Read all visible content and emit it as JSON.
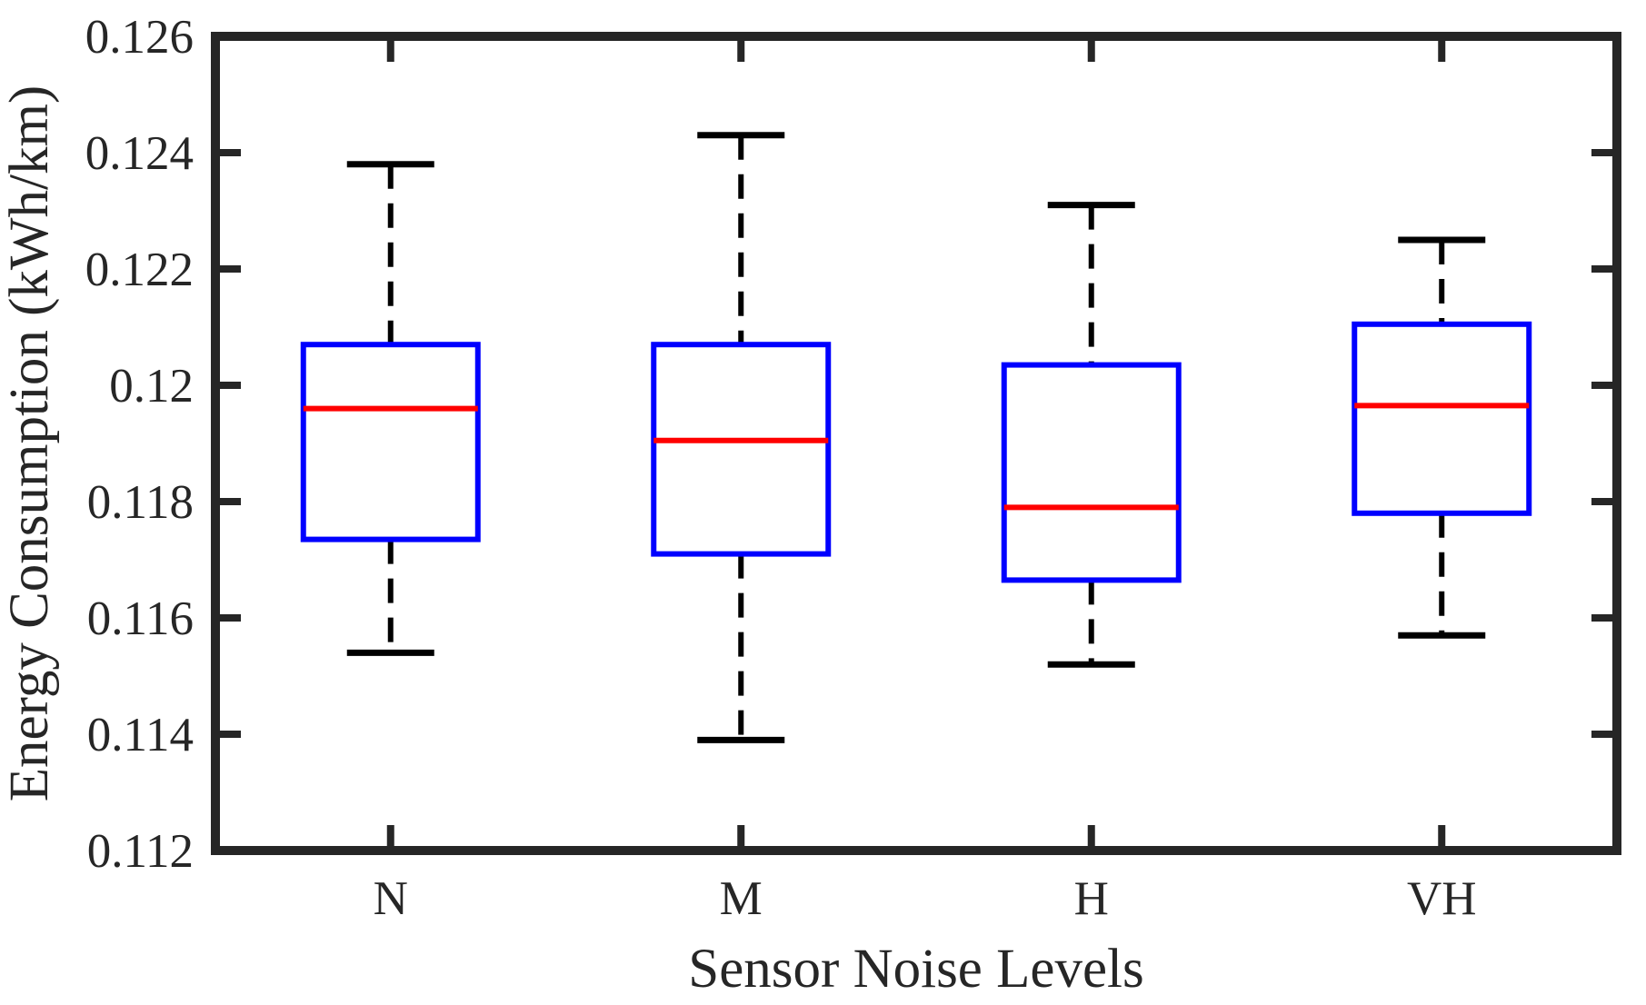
{
  "figure": {
    "background": "#ffffff"
  },
  "chart_data": {
    "type": "boxplot",
    "title": "",
    "xlabel": "Sensor Noise Levels",
    "ylabel": "Energy Consumption (kWh/km)",
    "categories": [
      "N",
      "M",
      "H",
      "VH"
    ],
    "ylim": [
      0.112,
      0.126
    ],
    "yticks": [
      0.126,
      0.124,
      0.122,
      0.12,
      0.118,
      0.116,
      0.114,
      0.112
    ],
    "ytick_labels": [
      "0.126",
      "0.124",
      "0.122",
      "0.12",
      "0.118",
      "0.116",
      "0.114",
      "0.112"
    ],
    "grid": false,
    "legend": false,
    "boxes": [
      {
        "category": "N",
        "whisker_low": 0.1154,
        "q1": 0.11735,
        "median": 0.1196,
        "q3": 0.1207,
        "whisker_high": 0.1238
      },
      {
        "category": "M",
        "whisker_low": 0.1139,
        "q1": 0.1171,
        "median": 0.11905,
        "q3": 0.1207,
        "whisker_high": 0.1243
      },
      {
        "category": "H",
        "whisker_low": 0.1152,
        "q1": 0.11665,
        "median": 0.1179,
        "q3": 0.12035,
        "whisker_high": 0.1231
      },
      {
        "category": "VH",
        "whisker_low": 0.1157,
        "q1": 0.1178,
        "median": 0.11965,
        "q3": 0.12105,
        "whisker_high": 0.1225
      }
    ],
    "colors": {
      "box_edge": "#0000ff",
      "box_fill": "#ffffff",
      "median": "#ff0000",
      "whisker": "#000000",
      "axis": "#262626",
      "background": "#ffffff"
    }
  }
}
